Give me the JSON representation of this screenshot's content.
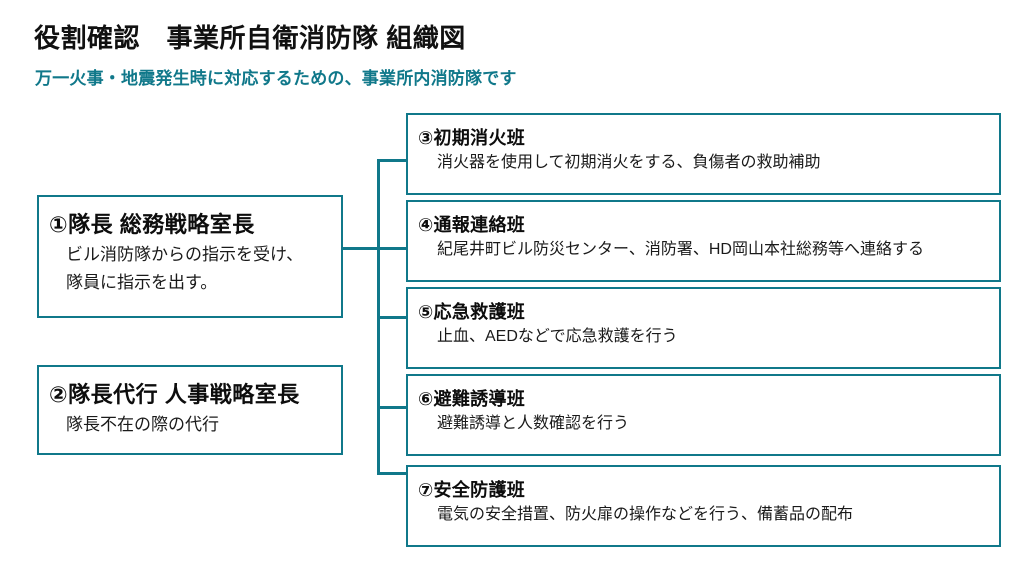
{
  "header": {
    "title": "役割確認　事業所自衛消防隊 組織図",
    "subtitle": "万一火事・地震発生時に対応するための、事業所内消防隊です"
  },
  "colors": {
    "accent_teal": "#10788a",
    "title_black": "#111111",
    "background": "#ffffff"
  },
  "org_chart": {
    "leadership": [
      {
        "number": "①",
        "title": "①隊長 総務戦略室長",
        "description": "ビル消防隊からの指示を受け、\n隊員に指示を出す。"
      },
      {
        "number": "②",
        "title": "②隊長代行 人事戦略室長",
        "description": "隊長不在の際の代行"
      }
    ],
    "teams": [
      {
        "number": "③",
        "title": "③初期消火班",
        "description": "消火器を使用して初期消火をする、負傷者の救助補助"
      },
      {
        "number": "④",
        "title": "④通報連絡班",
        "description": "紀尾井町ビル防災センター、消防署、HD岡山本社総務等へ連絡する"
      },
      {
        "number": "⑤",
        "title": "⑤応急救護班",
        "description": "止血、AEDなどで応急救護を行う"
      },
      {
        "number": "⑥",
        "title": "⑥避難誘導班",
        "description": "避難誘導と人数確認を行う"
      },
      {
        "number": "⑦",
        "title": "⑦安全防護班",
        "description": "電気の安全措置、防火扉の操作などを行う、備蓄品の配布"
      }
    ]
  }
}
